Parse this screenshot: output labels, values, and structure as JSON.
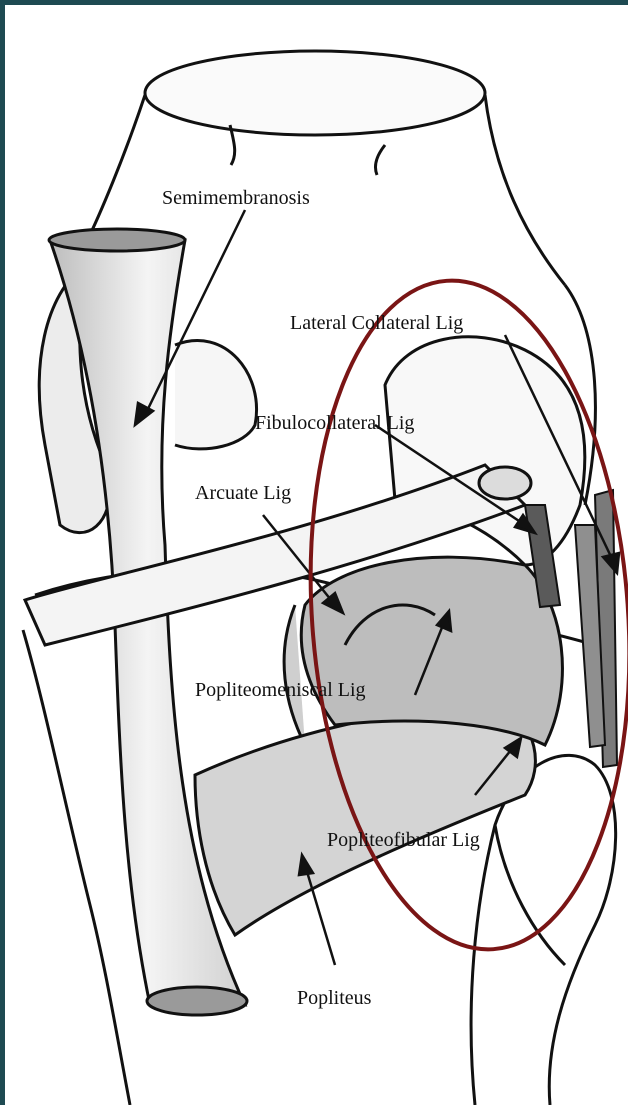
{
  "diagram": {
    "labels": {
      "semimembranosis": "Semimembranosis",
      "lateral_collateral": "Lateral Collateral Lig",
      "fibulocollateral": "Fibulocollateral Lig",
      "arcuate": "Arcuate Lig",
      "popliteomeniscal": "Popliteomeniscal Lig",
      "popliteofibular": "Popliteofibular Lig",
      "popliteus": "Popliteus"
    },
    "colors": {
      "frame": "#1e4a52",
      "highlight_ellipse": "#7a1515",
      "outline": "#111111",
      "shade": "#c8c8c8"
    }
  }
}
